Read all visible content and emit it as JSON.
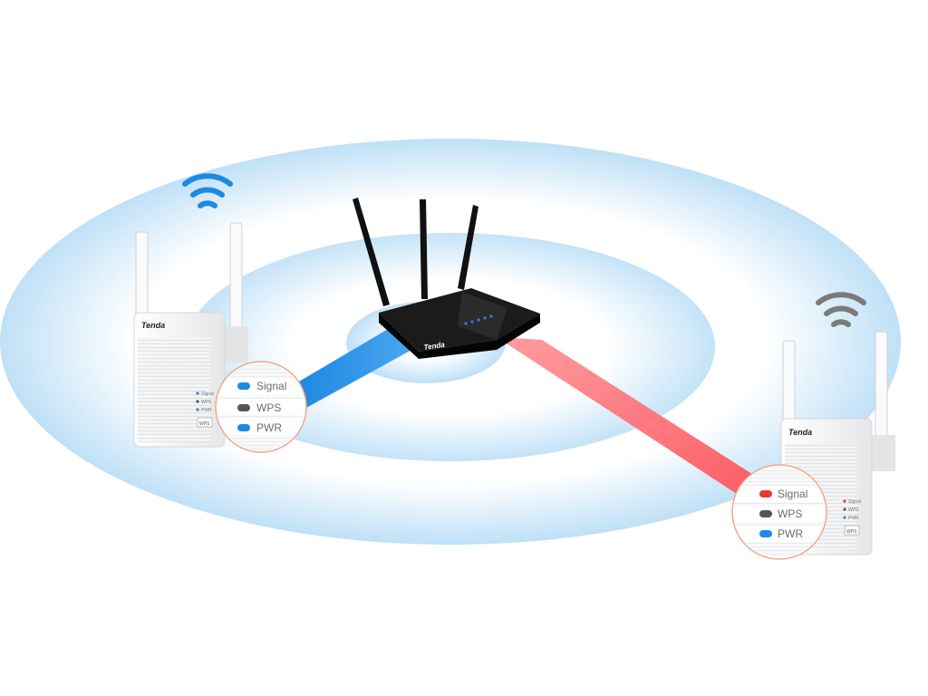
{
  "router": {
    "brand": "Tenda",
    "led_color": "#2f7fe0"
  },
  "colors": {
    "coverage_inner": "#ffffff",
    "coverage_outer": "#bfe0f7",
    "good_link": "#1e88e5",
    "weak_link": "#ff5a5f",
    "wifi_good": "#1e88e5",
    "wifi_weak": "#7a7a7a"
  },
  "extender_left": {
    "brand": "Tenda",
    "wifi_icon": "wifi-strong-icon",
    "link_quality": "good",
    "device_labels": [
      "Signal",
      "WPS",
      "PWR",
      "WPS"
    ],
    "callout": [
      {
        "label": "Signal",
        "led": "#1e88e5"
      },
      {
        "label": "WPS",
        "led": "#555555"
      },
      {
        "label": "PWR",
        "led": "#1e88e5"
      }
    ]
  },
  "extender_right": {
    "brand": "Tenda",
    "wifi_icon": "wifi-weak-icon",
    "link_quality": "weak",
    "device_labels": [
      "Signal",
      "WPS",
      "PWR",
      "WPS"
    ],
    "callout": [
      {
        "label": "Signal",
        "led": "#e53935"
      },
      {
        "label": "WPS",
        "led": "#555555"
      },
      {
        "label": "PWR",
        "led": "#1e88e5"
      }
    ]
  }
}
